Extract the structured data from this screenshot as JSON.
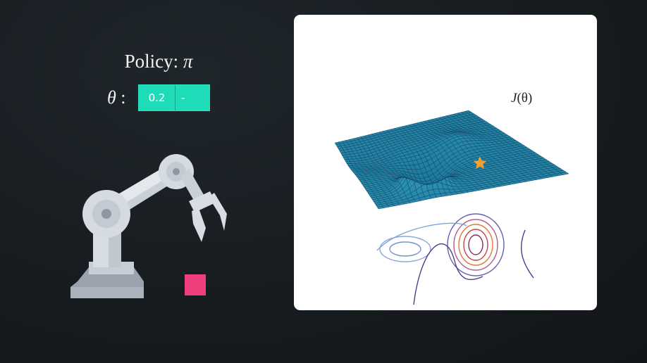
{
  "policy": {
    "label": "Policy: ",
    "symbol": "π"
  },
  "theta": {
    "symbol": "θ",
    "colon": " :",
    "values": [
      "0.2",
      "-"
    ]
  },
  "plot": {
    "objective_label_prefix": "J",
    "objective_label_arg": "(θ)"
  },
  "colors": {
    "param_box": "#1fdcb8",
    "surface": "#1a7fa8",
    "star": "#f7a030",
    "target_cube": "#ef3f7d",
    "card": "#ffffff"
  }
}
